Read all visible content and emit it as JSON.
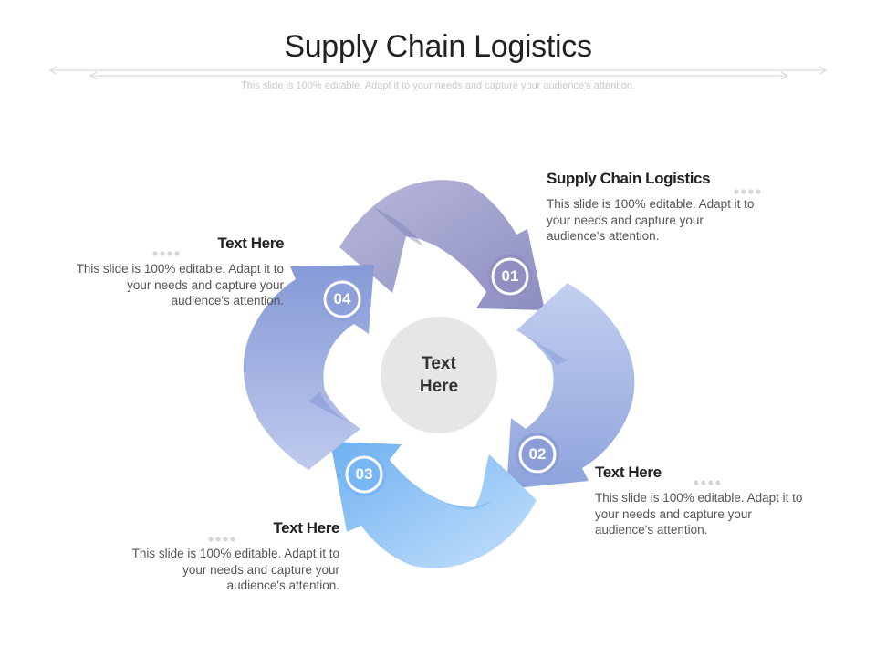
{
  "header": {
    "title": "Supply Chain Logistics",
    "subtitle": "This slide is 100% editable. Adapt it to your needs and capture your audience's attention."
  },
  "center": {
    "line1": "Text",
    "line2": "Here"
  },
  "steps": [
    {
      "number": "01",
      "title": "Supply Chain Logistics",
      "body": "This slide is 100% editable. Adapt it to your needs and capture your audience's attention."
    },
    {
      "number": "02",
      "title": "Text Here",
      "body": "This slide is 100% editable. Adapt it to your needs and capture your audience's attention."
    },
    {
      "number": "03",
      "title": "Text Here",
      "body": "This slide is 100% editable. Adapt it to your needs and capture your audience's attention."
    },
    {
      "number": "04",
      "title": "Text Here",
      "body": "This slide is 100% editable. Adapt it to your needs and capture your audience's attention."
    }
  ],
  "colors": {
    "arrow_top": "#9f9fcb",
    "arrow_right": "#a3b5e2",
    "arrow_bottom": "#8fc2f6",
    "arrow_left": "#9cacdf",
    "center_circle": "#e6e5e8",
    "dots": "#d6d6d6"
  }
}
